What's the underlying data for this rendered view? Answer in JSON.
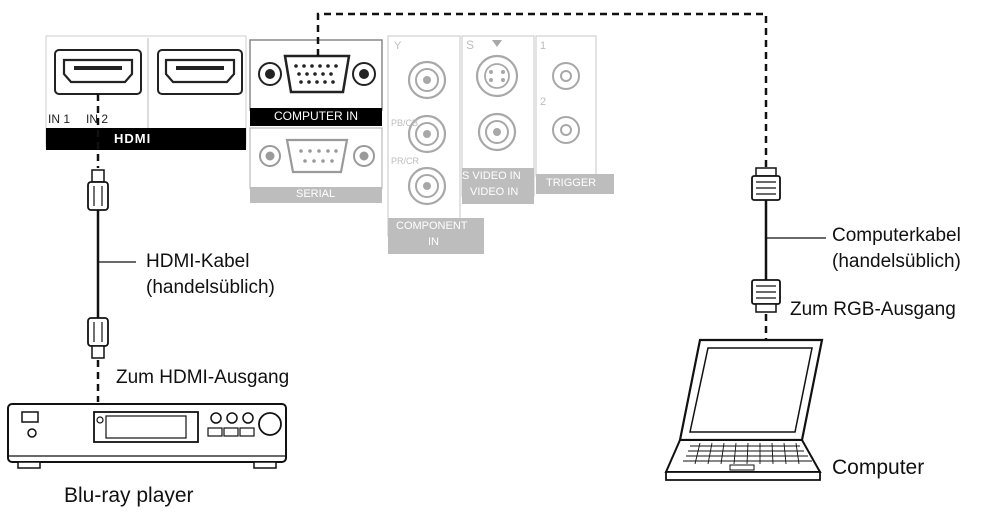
{
  "panel": {
    "hdmi": {
      "in1": "IN 1",
      "in2": "IN 2",
      "brand": "HDMI"
    },
    "computer_in": "COMPUTER IN",
    "serial": "SERIAL",
    "component": {
      "y": "Y",
      "pbcb": "PB/CB",
      "prcr": "PR/CR",
      "line1": "COMPONENT",
      "line2": "IN"
    },
    "svideo": {
      "s": "S",
      "line1": "S VIDEO IN",
      "line2": "VIDEO IN"
    },
    "trigger": {
      "n1": "1",
      "n2": "2",
      "label": "TRIGGER"
    }
  },
  "labels": {
    "hdmi_cable_1": "HDMI-Kabel",
    "hdmi_cable_2": "(handelsüblich)",
    "hdmi_out": "Zum HDMI-Ausgang",
    "blu_ray": "Blu-ray player",
    "comp_cable_1": "Computerkabel",
    "comp_cable_2": "(handelsüblich)",
    "rgb_out": "Zum RGB-Ausgang",
    "computer": "Computer"
  }
}
